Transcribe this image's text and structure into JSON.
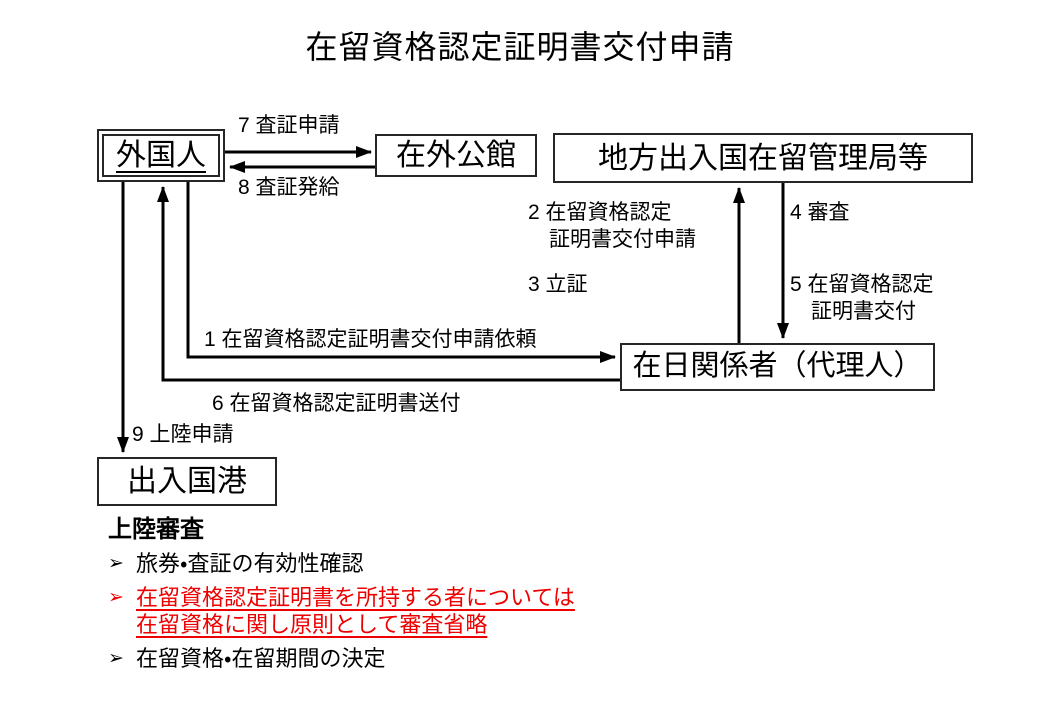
{
  "title": "在留資格認定証明書交付申請",
  "colors": {
    "background": "#ffffff",
    "text": "#000000",
    "red": "#ee0000",
    "box_border": "#262626",
    "line": "#000000"
  },
  "boxes": {
    "foreigner": "外国人",
    "overseas_mission": "在外公館",
    "regional_bureau": "地方出入国在留管理局等",
    "proxy": "在日関係者（代理人）",
    "port": "出入国港"
  },
  "arrow_labels": {
    "step1": "1 在留資格認定証明書交付申請依頼",
    "step2": "2 在留資格認定\n　証明書交付申請",
    "step3": "3 立証",
    "step4": "4 審査",
    "step5": "5 在留資格認定\n　証明書交付",
    "step6": "6 在留資格認定証明書送付",
    "step7": "7 査証申請",
    "step8": "8 査証発給",
    "step9": "9 上陸申請"
  },
  "landing": {
    "heading": "上陸審査",
    "bullet_marker": "➢",
    "items": [
      {
        "text": "旅券・査証の有効性確認",
        "emphasis": false
      },
      {
        "text": "在留資格認定証明書を所持する者については\n在留資格に関し原則として審査省略",
        "emphasis": true
      },
      {
        "text": "在留資格・在留期間の決定",
        "emphasis": false
      }
    ]
  }
}
